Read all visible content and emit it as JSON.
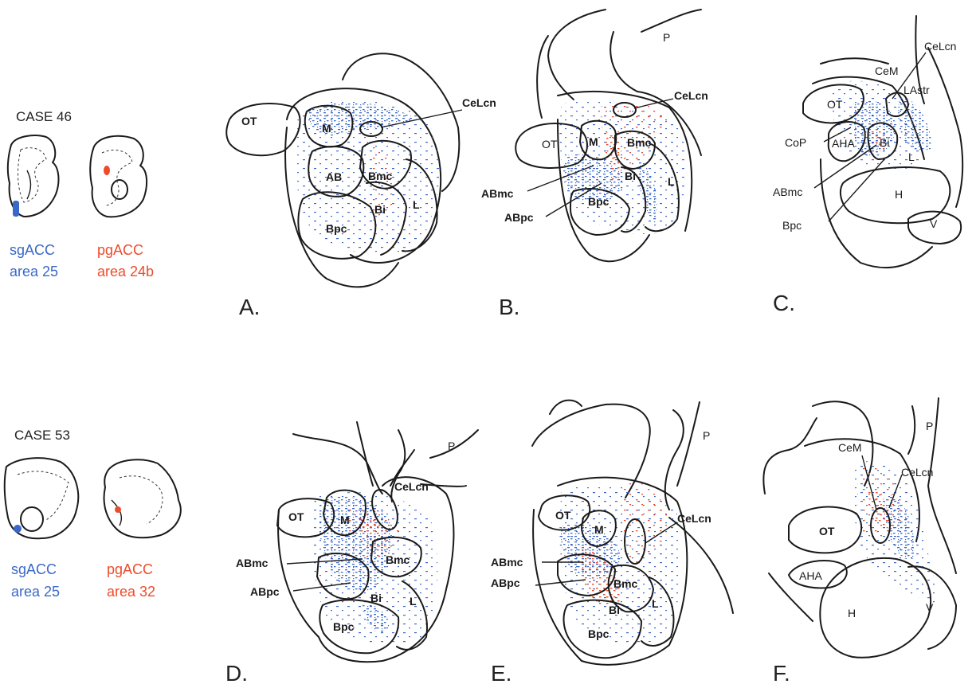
{
  "colors": {
    "sgACC": "#3a68c8",
    "pgACC": "#ee4b2b",
    "outline": "#1a1a1a"
  },
  "cases": [
    {
      "title": "CASE 46",
      "legend": [
        {
          "label": "sgACC",
          "area": "area 25"
        },
        {
          "label": "pgACC",
          "area": "area 24b"
        }
      ]
    },
    {
      "title": "CASE 53",
      "legend": [
        {
          "label": "sgACC",
          "area": "area 25"
        },
        {
          "label": "pgACC",
          "area": "area 32"
        }
      ]
    }
  ],
  "panels": {
    "A": {
      "letter": "A.",
      "labels": {
        "OT": "OT",
        "M": "M",
        "AB": "AB",
        "Bmc": "Bmc",
        "Bi": "Bi",
        "L": "L",
        "Bpc": "Bpc",
        "CeLcn": "CeLcn"
      }
    },
    "B": {
      "letter": "B.",
      "labels": {
        "P": "P",
        "OT": "OT",
        "M": "M",
        "Bmc": "Bmc",
        "Bi": "Bi",
        "L": "L",
        "Bpc": "Bpc",
        "CeLcn": "CeLcn",
        "ABmc": "ABmc",
        "ABpc": "ABpc"
      }
    },
    "C": {
      "letter": "C.",
      "labels": {
        "CeLcn": "CeLcn",
        "CeM": "CeM",
        "LAstr": "LAstr",
        "OT": "OT",
        "CoP": "CoP",
        "AHA": "AHA",
        "Bi": "Bi",
        "L": "L",
        "ABmc": "ABmc",
        "H": "H",
        "Bpc": "Bpc",
        "V": "V"
      }
    },
    "D": {
      "letter": "D.",
      "labels": {
        "P": "P",
        "CeLcn": "CeLcn",
        "OT": "OT",
        "M": "M",
        "ABmc": "ABmc",
        "Bmc": "Bmc",
        "ABpc": "ABpc",
        "Bi": "Bi",
        "L": "L",
        "Bpc": "Bpc"
      }
    },
    "E": {
      "letter": "E.",
      "labels": {
        "P": "P",
        "OT": "OT",
        "M": "M",
        "CeLcn": "CeLcn",
        "ABmc": "ABmc",
        "ABpc": "ABpc",
        "Bmc": "Bmc",
        "Bi": "Bi",
        "L": "L",
        "Bpc": "Bpc"
      }
    },
    "F": {
      "letter": "F.",
      "labels": {
        "CeM": "CeM",
        "P": "P",
        "CeLcn": "CeLcn",
        "OT": "OT",
        "AHA": "AHA",
        "H": "H",
        "V": "V"
      }
    }
  }
}
